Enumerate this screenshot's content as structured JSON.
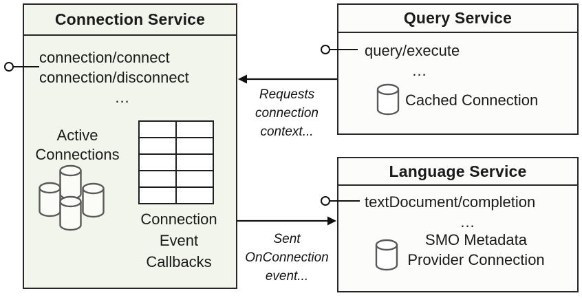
{
  "colors": {
    "connection_service_fill": "#f2f5eb",
    "query_language_fill": "#fcfcfb",
    "box_border": "#262626",
    "cylinder_stroke": "#595959",
    "arrow_stroke": "#111111",
    "text": "#1a1a1a"
  },
  "connection_service": {
    "title": "Connection Service",
    "methods": [
      "connection/connect",
      "connection/disconnect"
    ],
    "ellipsis": "...",
    "active_connections": {
      "lines": [
        "Active",
        "Connections"
      ]
    },
    "callbacks": {
      "lines": [
        "Connection",
        "Event",
        "Callbacks"
      ]
    }
  },
  "query_service": {
    "title": "Query Service",
    "methods": [
      "query/execute"
    ],
    "ellipsis": "...",
    "cached_connection_label": "Cached Connection"
  },
  "language_service": {
    "title": "Language Service",
    "methods": [
      "textDocument/completion"
    ],
    "ellipsis": "...",
    "smo": {
      "lines": [
        "SMO Metadata",
        "Provider Connection"
      ]
    }
  },
  "arrows": {
    "requests_connection_context": {
      "lines": [
        "Requests",
        "connection",
        "context..."
      ]
    },
    "sent_onconnection_event": {
      "lines": [
        "Sent",
        "OnConnection",
        "event..."
      ]
    }
  },
  "icons": {
    "active_connections": "database-cluster-icon",
    "cached_connection": "database-icon",
    "smo_connection": "database-icon",
    "callbacks_table": "table-grid-icon",
    "service_endpoints": "lollipop-interface-icon"
  }
}
